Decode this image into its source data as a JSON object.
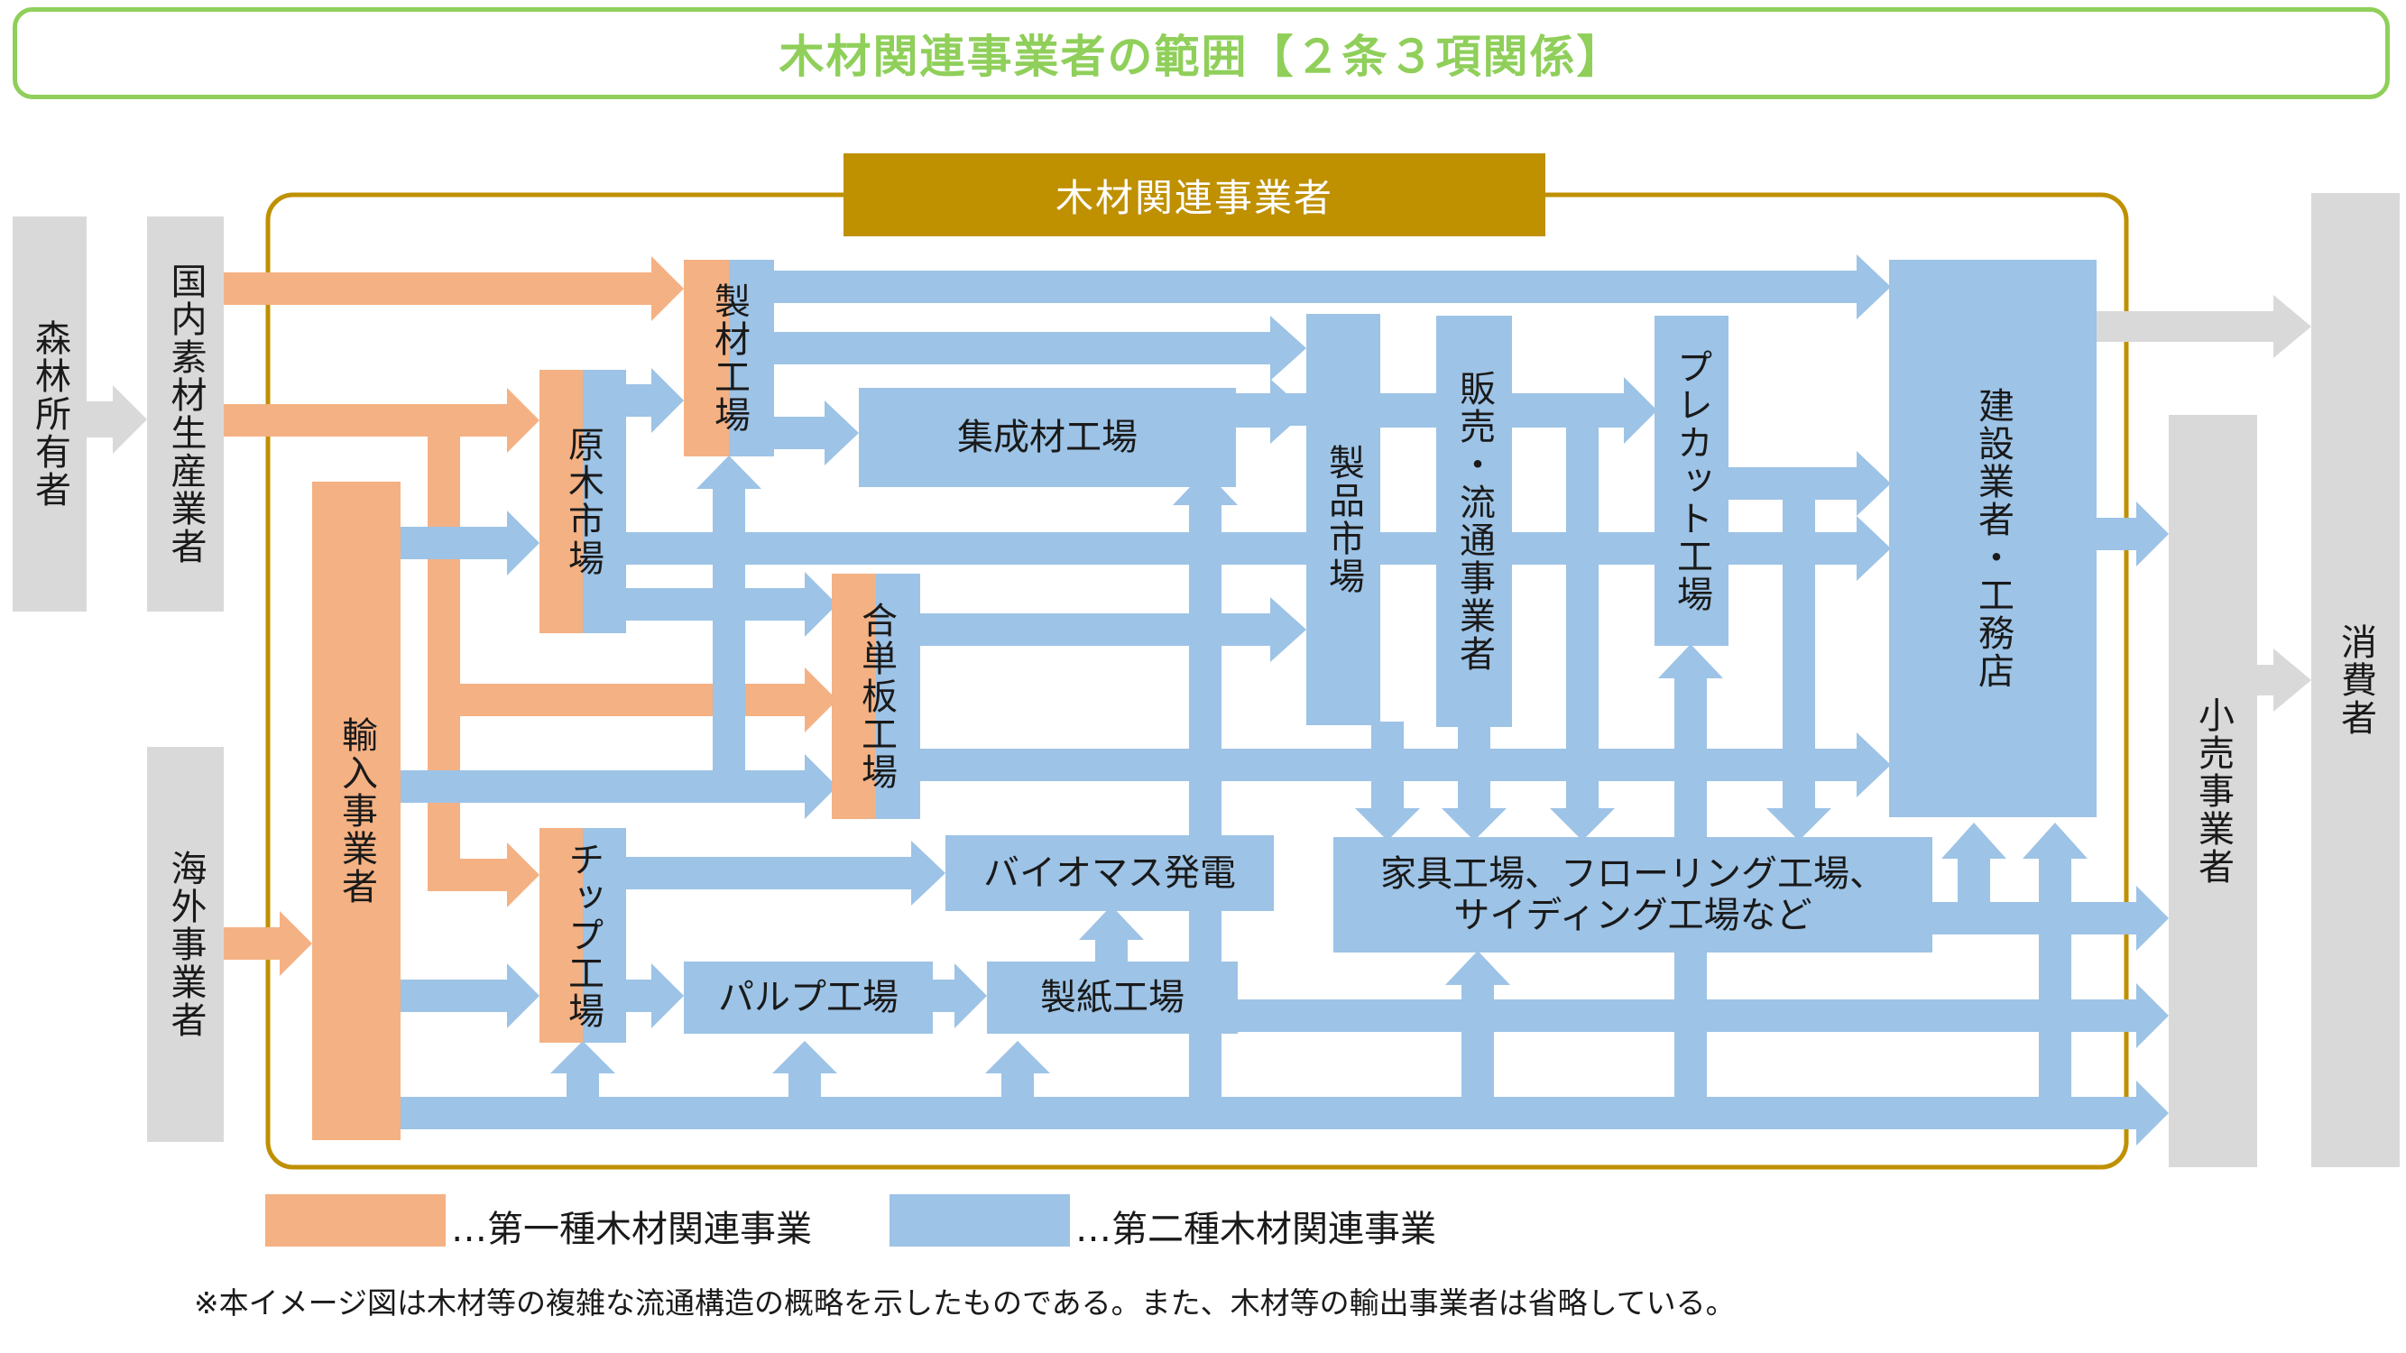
{
  "title": "木材関連事業者の範囲【２条３項関係】",
  "header": "木材関連事業者",
  "nodes": {
    "forest_owner": "森林所有者",
    "domestic_producer": "国内素材生産業者",
    "overseas": "海外事業者",
    "importer": "輸入事業者",
    "log_market": "原木市場",
    "sawmill": "製材工場",
    "glulam": "集成材工場",
    "plywood": "合単板工場",
    "chip": "チップ工場",
    "biomass": "バイオマス発電",
    "pulp": "パルプ工場",
    "paper": "製紙工場",
    "product_market": "製品市場",
    "distribution": "販売・流通事業者",
    "precut": "プレカット工場",
    "furniture_line1": "家具工場、フローリング工場、",
    "furniture_line2": "サイディング工場など",
    "builder": "建設業者・工務店",
    "retail": "小売事業者",
    "consumer": "消費者"
  },
  "legend": {
    "first": "…第一種木材関連事業",
    "second": "…第二種木材関連事業"
  },
  "colors": {
    "first_type": "#f4b183",
    "second_type": "#9dc3e6",
    "outside": "#d9d9d9",
    "header": "#bf9000",
    "title": "#8fcf5a"
  },
  "footnote": "※本イメージ図は木材等の複雑な流通構造の概略を示したものである。また、木材等の輸出事業者は省略している。"
}
